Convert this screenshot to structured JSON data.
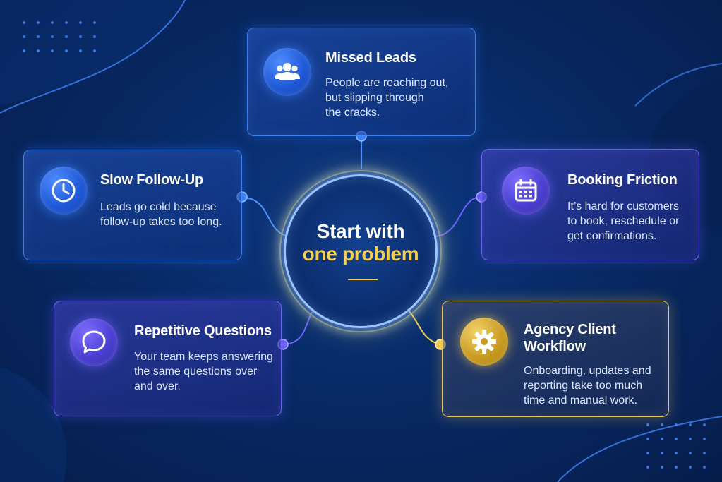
{
  "center": {
    "line1": "Start with",
    "line2": "one problem"
  },
  "cards": {
    "missed_leads": {
      "title": "Missed Leads",
      "desc": [
        "People are reaching out,",
        "but slipping through",
        "the cracks."
      ],
      "icon": "users-icon"
    },
    "slow_follow_up": {
      "title": "Slow Follow-Up",
      "desc": [
        "Leads go cold because",
        "follow-up takes too long."
      ],
      "icon": "clock-icon"
    },
    "booking_friction": {
      "title": "Booking Friction",
      "desc": [
        "It’s hard for customers",
        "to book, reschedule or",
        "get confirmations."
      ],
      "icon": "calendar-icon"
    },
    "repetitive_questions": {
      "title": "Repetitive Questions",
      "desc": [
        "Your team keeps answering",
        "the same questions over",
        "and over."
      ],
      "icon": "chat-bubble-icon"
    },
    "agency_client_workflow": {
      "title": [
        "Agency Client",
        "Workflow"
      ],
      "desc": [
        "Onboarding, updates and",
        "reporting take too much",
        "time and manual work."
      ],
      "icon": "gear-icon"
    }
  },
  "colors": {
    "background": "#082a66",
    "blue_accent": "#3f86ff",
    "purple_accent": "#6c63ff",
    "gold_accent": "#f5cf52"
  }
}
